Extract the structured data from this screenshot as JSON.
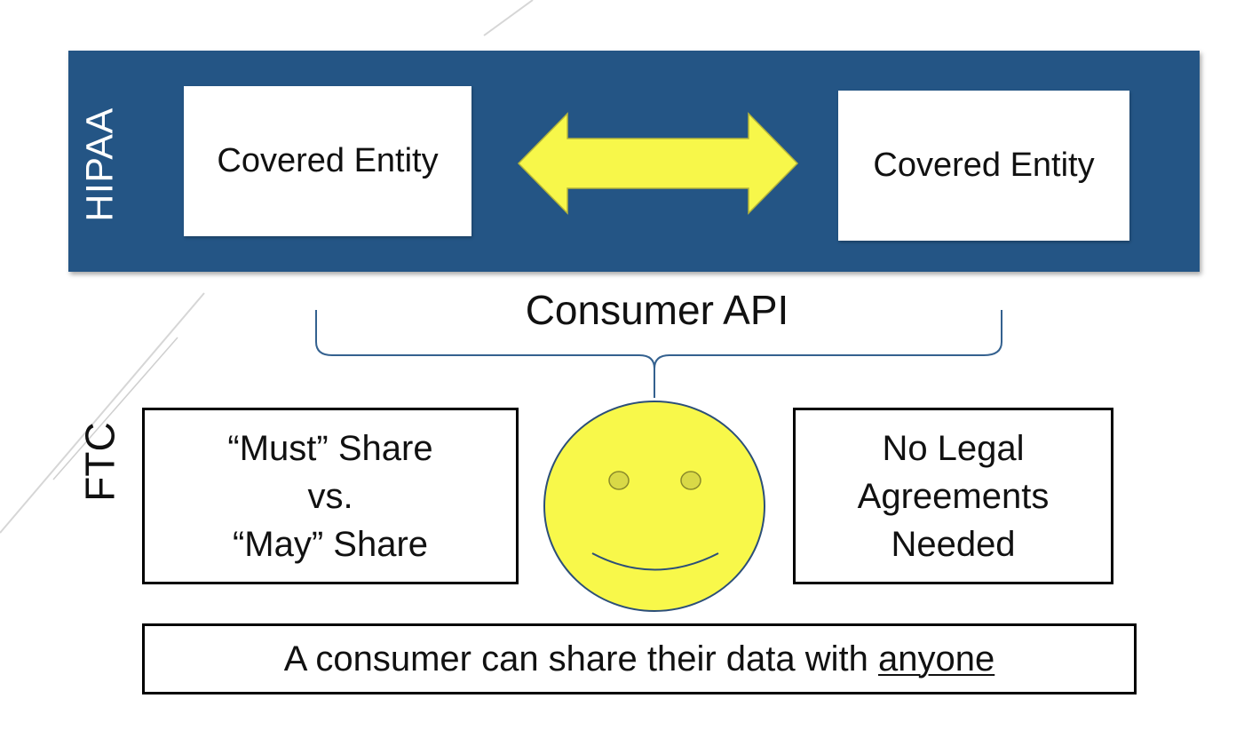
{
  "hipaa": {
    "label": "HIPAA",
    "band_color": "#245585",
    "left_entity": "Covered Entity",
    "right_entity": "Covered Entity",
    "arrow_color": "#f7f74a"
  },
  "consumer_api": {
    "label": "Consumer API"
  },
  "ftc": {
    "label": "FTC",
    "left_box": {
      "line1": "“Must” Share",
      "line2": "vs.",
      "line3": "“May” Share"
    },
    "right_box": {
      "line1": "No Legal",
      "line2": "Agreements",
      "line3": "Needed"
    },
    "smiley_color": "#f8f84a"
  },
  "statement": {
    "prefix": "A consumer can share their data with ",
    "emphasis": "anyone"
  }
}
